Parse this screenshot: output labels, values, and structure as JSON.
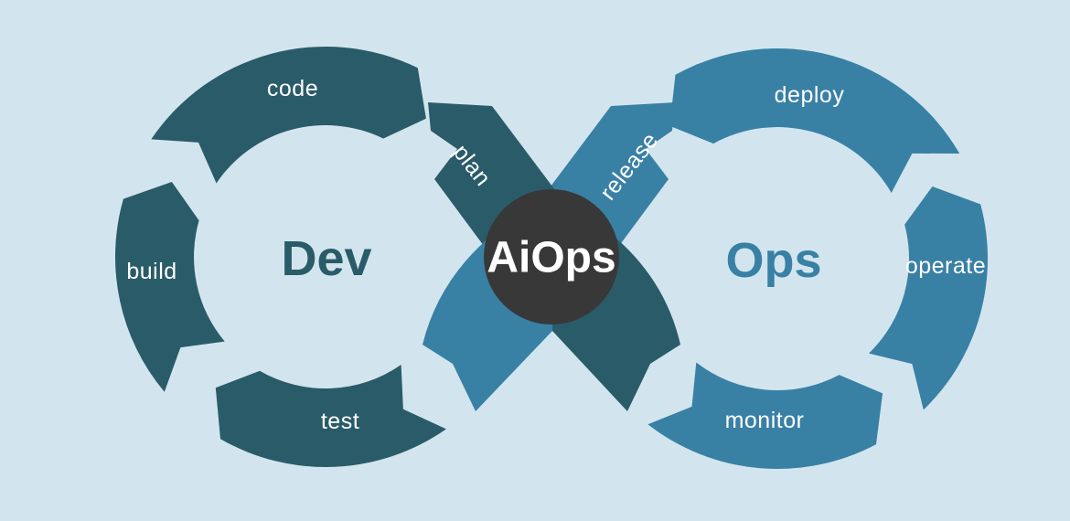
{
  "diagram": {
    "dev_title": "Dev",
    "ops_title": "Ops",
    "center_title": "AiOps",
    "labels": {
      "code": "code",
      "build": "build",
      "test": "test",
      "plan": "plan",
      "release": "release",
      "deploy": "deploy",
      "operate": "operate",
      "monitor": "monitor"
    },
    "colors": {
      "background": "#d2e5ee",
      "dev_loop": "#2a5b69",
      "ops_loop": "#3980a5",
      "center_circle": "#383838",
      "label_text": "#ffffff"
    }
  }
}
